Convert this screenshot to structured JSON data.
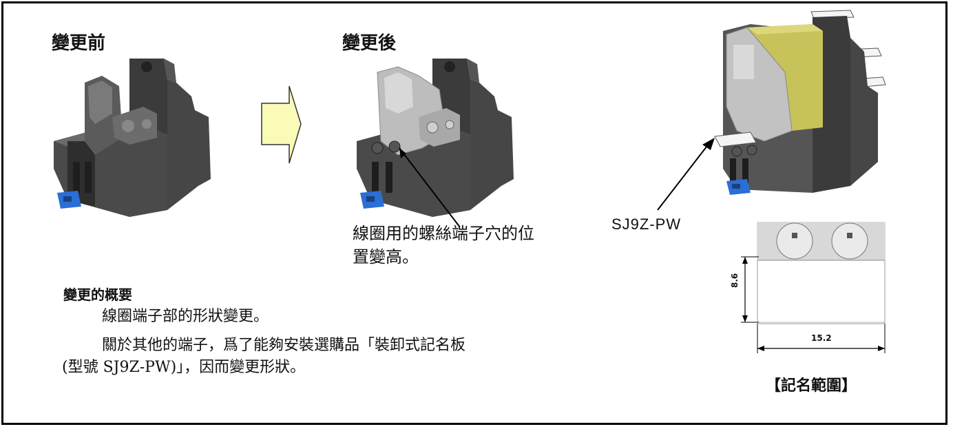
{
  "headings": {
    "before": "變更前",
    "after": "變更後"
  },
  "callout": {
    "line1": "線圈用的螺絲端子穴的位",
    "line2": "置變高。"
  },
  "part_label": "SJ9Z-PW",
  "summary": {
    "title": "變更的概要",
    "line1": "線圈端子部的形狀變更。",
    "line2": "關於其他的端子，爲了能夠安裝選購品「裝卸式記名板",
    "line3": "(型號 SJ9Z-PW)」，因而變更形狀。"
  },
  "dimensions": {
    "height": "8.6",
    "width": "15.2"
  },
  "range_label": "【記名範圍】",
  "colors": {
    "arrow_fill": "#fbfbb8",
    "body_dark": "#3d3d3d",
    "accent_blue": "#2a6ed6",
    "coil_yellow": "#c8c25a"
  }
}
